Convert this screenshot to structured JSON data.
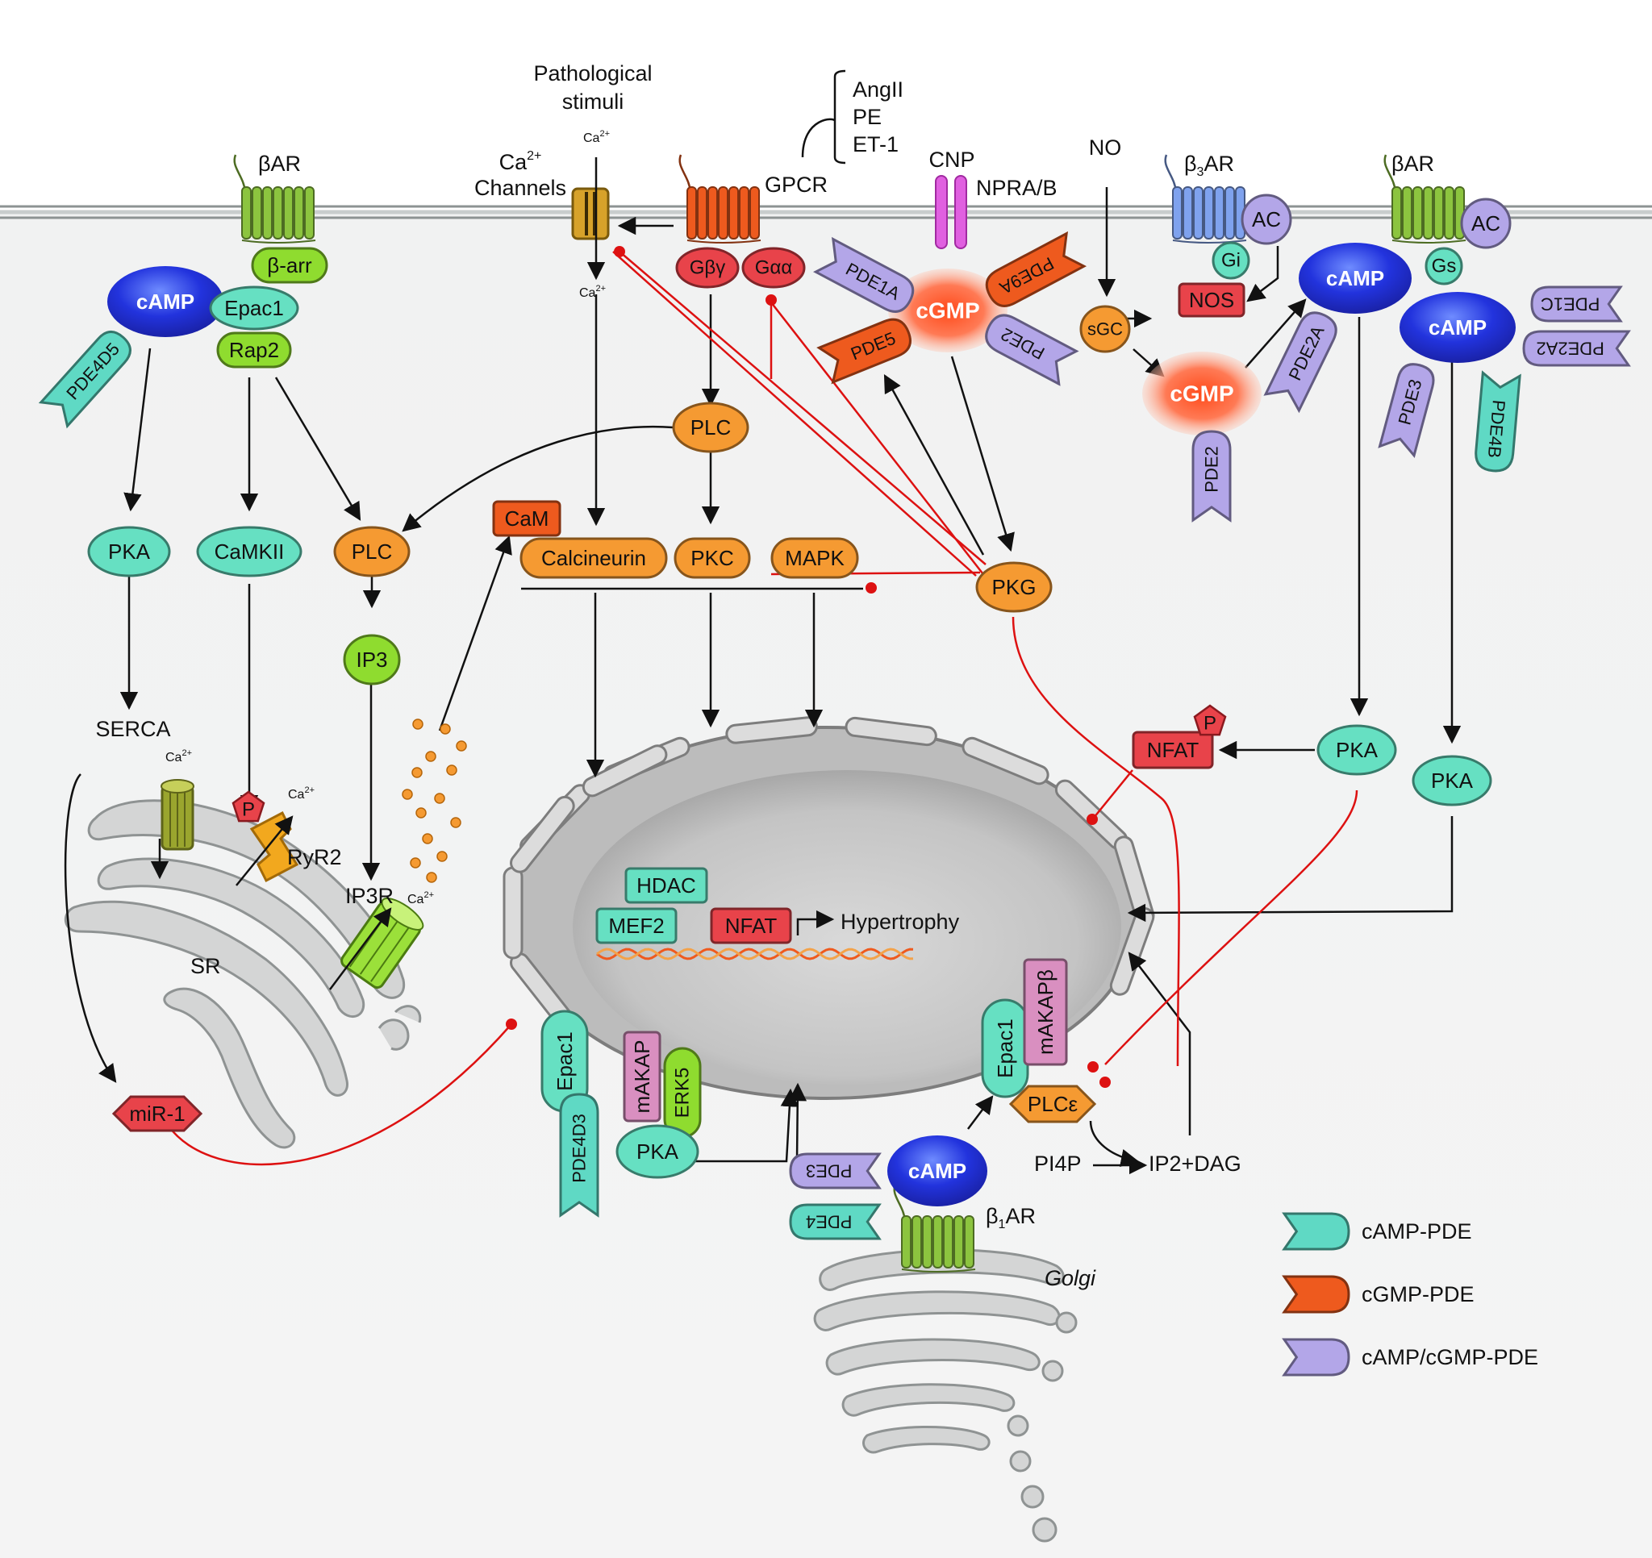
{
  "labels": {
    "pathological_stimuli": [
      "Pathological",
      "stimuli"
    ],
    "ca_channels": [
      "Ca",
      "2+",
      "Channels"
    ],
    "ca_small": "Ca",
    "ca_small_sup": "2+",
    "gpcr": "GPCR",
    "ligands": [
      "AngII",
      "PE",
      "ET-1"
    ],
    "cnp": "CNP",
    "npra": "NPRA/B",
    "no": "NO",
    "b3ar": [
      "β",
      "3",
      "AR"
    ],
    "bar": "βAR",
    "b1ar": [
      "β",
      "1",
      "AR"
    ],
    "ac": "AC",
    "gi": "Gi",
    "gs": "Gs",
    "b_arr": "β-arr",
    "epac1": "Epac1",
    "rap2": "Rap2",
    "camp": "cAMP",
    "cgmp": "cGMP",
    "gbg": "Gβγ",
    "gaa": "Gαα",
    "nos": "NOS",
    "sgc": "sGC",
    "plc": "PLC",
    "pka": "PKA",
    "camkii": "CaMKII",
    "ip3": "IP3",
    "cam": "CaM",
    "calcineurin": "Calcineurin",
    "pkc": "PKC",
    "mapk": "MAPK",
    "pkg": "PKG",
    "serca": "SERCA",
    "ryr2": "RyR2",
    "ip3r": "IP3R",
    "sr": "SR",
    "p": "P",
    "mir1": "miR-1",
    "nfat": "NFAT",
    "hdac": "HDAC",
    "mef2": "MEF2",
    "hypertrophy": "Hypertrophy",
    "makap": "mAKAP",
    "erk5": "ERK5",
    "makapb": "mAKAPβ",
    "plce": "PLCε",
    "pi4p": "PI4P",
    "ip2dag": "IP2+DAG",
    "golgi": "Golgi",
    "pde1a": "PDE1A",
    "pde9a": "PDE9A",
    "pde5": "PDE5",
    "pde2": "PDE2",
    "pde2a": "PDE2A",
    "pde1c": "PDE1C",
    "pde2a2": "PDE2A2",
    "pde3": "PDE3",
    "pde4b": "PDE4B",
    "pde4d5": "PDE4D5",
    "pde4d3": "PDE4D3",
    "pde4": "PDE4"
  },
  "legend": [
    {
      "label": "cAMP-PDE",
      "color": "#5fd9c4"
    },
    {
      "label": "cGMP-PDE",
      "color": "#ee5a1e"
    },
    {
      "label": "cAMP/cGMP-PDE",
      "color": "#b3a6e8"
    }
  ],
  "colors": {
    "camp_pde": "#5fd9c4",
    "cgmp_pde": "#ee5a1e",
    "dual_pde": "#b3a6e8",
    "orange_node": "#f59a32",
    "teal_node": "#66e0c2",
    "green_node": "#8fdc2f",
    "red_node": "#e8434a",
    "camp_blue": "#2233dd",
    "inhibition": "#dd1111",
    "membrane": "#9aa0a0",
    "receptor_green": "#8cc43f",
    "receptor_blue": "#7fa2ee",
    "receptor_orange": "#ee5a1e",
    "npr_magenta": "#e060e0"
  }
}
